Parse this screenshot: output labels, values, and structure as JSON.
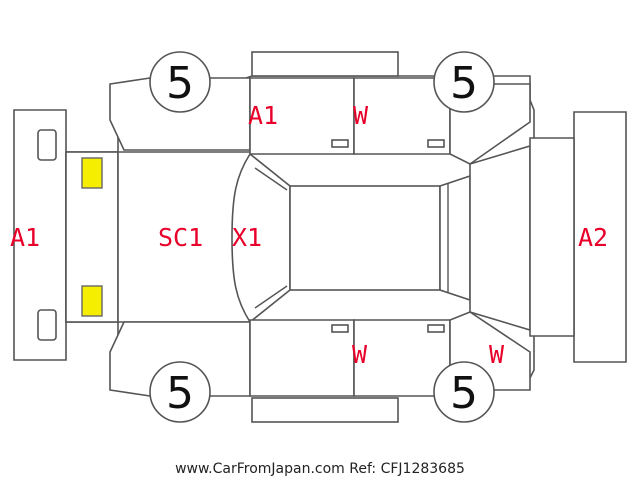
{
  "colors": {
    "code": "#e8002a",
    "yellow_lamp": "#f5ee00",
    "red_lamp": "#e8002a",
    "outline": "#555555"
  },
  "tires": {
    "front_left": "5",
    "front_right": "5",
    "rear_left": "5",
    "rear_right": "5"
  },
  "codes": {
    "front_bumper": "A1",
    "rear_bumper": "A2",
    "upper_front_door": "A1",
    "upper_rear_door": "W",
    "bonnet": "SC1",
    "windshield": "X1",
    "lower_front_door": "W",
    "lower_rear_quarter": "W"
  },
  "footer": "www.CarFromJapan.com Ref: CFJ1283685"
}
